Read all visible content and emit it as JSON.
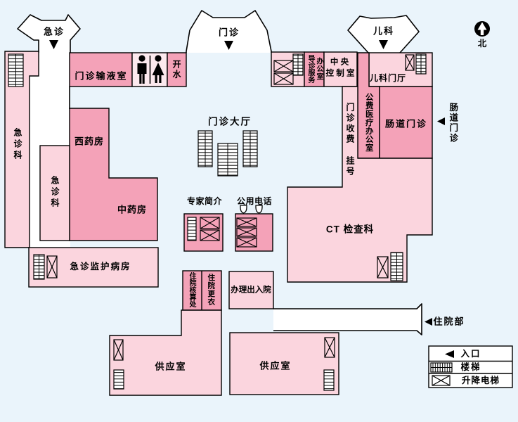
{
  "entrances": {
    "emergency": "急诊",
    "outpatient": "门诊",
    "pediatrics": "儿科",
    "intestinal_side": "肠道门诊",
    "inpatient_dept": "住院部"
  },
  "compass": {
    "north": "北"
  },
  "rooms": {
    "emergency_dept_left": "急诊科",
    "emergency_dept_inner": "急诊科",
    "outpatient_infusion": "门诊输液室",
    "hot_water": "开水",
    "western_pharmacy": "西药房",
    "chinese_pharmacy": "中药房",
    "outpatient_hall": "门诊大厅",
    "expert_intro": "专家简介",
    "public_phone": "公用电话",
    "emergency_icu": "急诊监护病房",
    "guide_service": "导诊服务",
    "guide_service_office": "办公室",
    "central_control_line1": "中  央",
    "central_control_line2": "控 制 室",
    "pediatrics_hall": "儿科门厅",
    "public_medical_office": "公费医疗办公室",
    "intestinal_clinic": "肠道门诊",
    "outpatient_fee": "门诊收费",
    "registration": "挂号",
    "ct_exam": "CT 检查科",
    "inpatient_accounting": "住院核算处",
    "inpatient_changing": "住院更衣",
    "admission_discharge": "办理出入院",
    "supply_room_1": "供应室",
    "supply_room_2": "供应室"
  },
  "legend": {
    "entrance": "入口",
    "stairs": "楼梯",
    "elevator": "升降电梯"
  },
  "colors": {
    "background": "#eaf4fb",
    "room_dark": "#f4a2b8",
    "room_light": "#fbd5de",
    "room_pale": "#fce9ee",
    "hallway": "#ffffff",
    "wall": "#000000"
  }
}
